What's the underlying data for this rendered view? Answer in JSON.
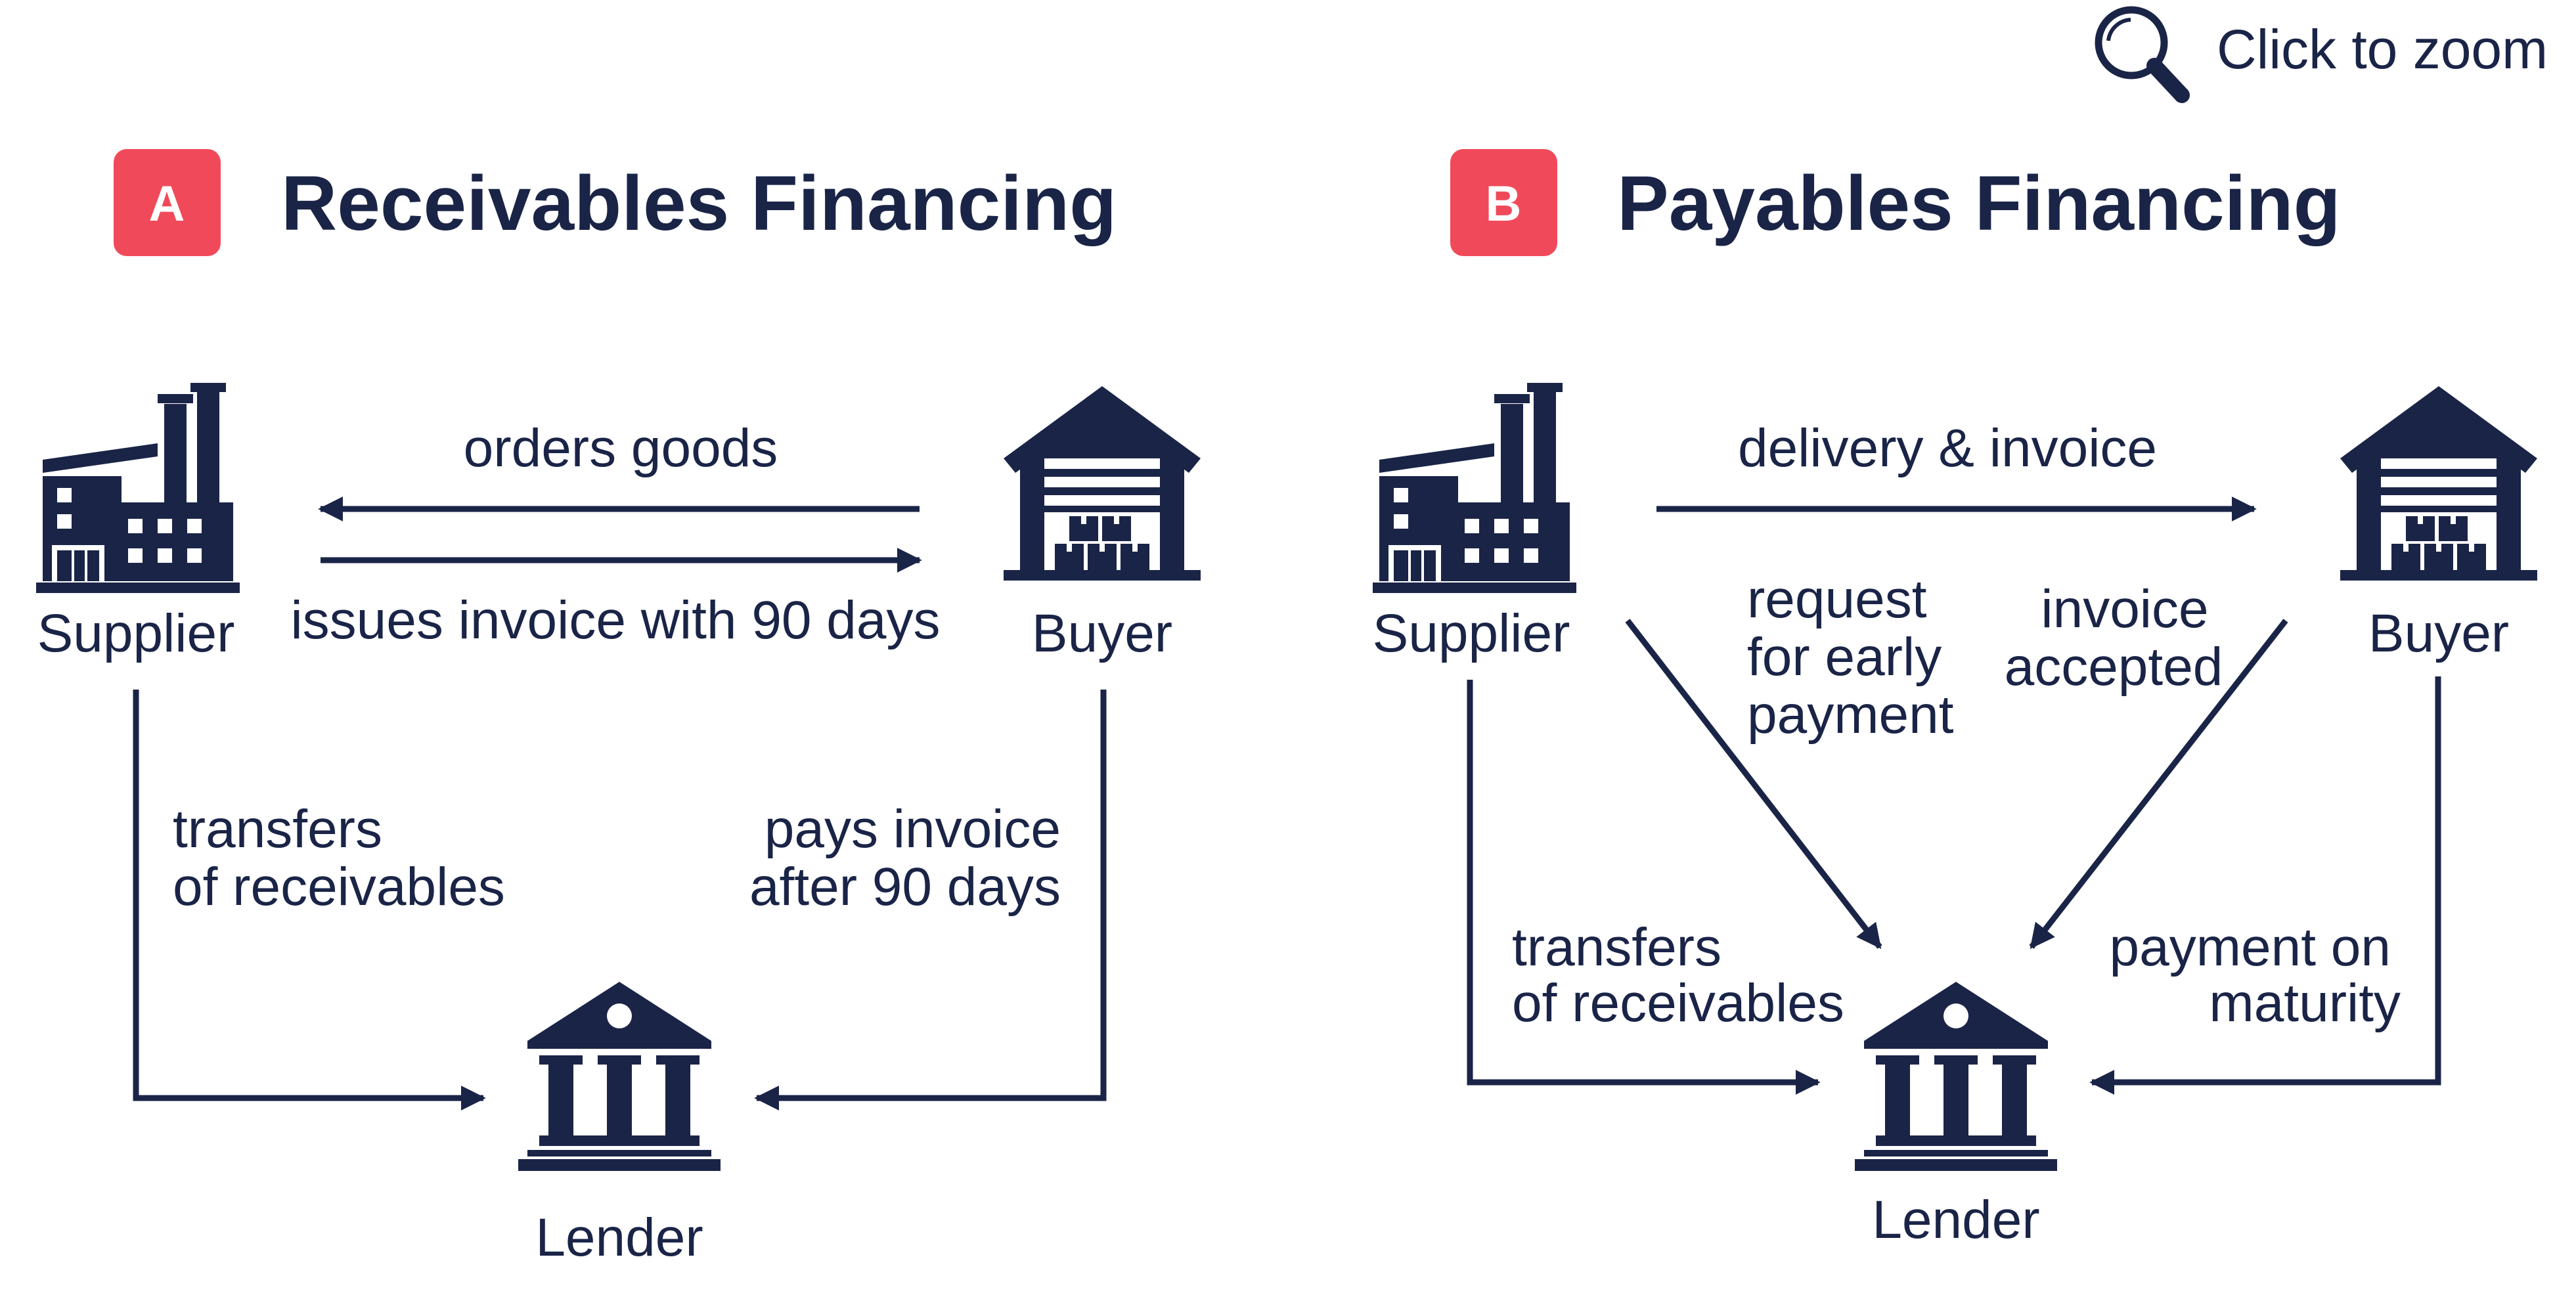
{
  "zoom": {
    "label": "Click to zoom",
    "icon": "magnifier-icon"
  },
  "colors": {
    "accent": "#f04a5a",
    "ink": "#1a2447",
    "background": "#ffffff"
  },
  "panel_a": {
    "badge": "A",
    "title": "Receivables Financing",
    "nodes": {
      "supplier": "Supplier",
      "buyer": "Buyer",
      "lender": "Lender"
    },
    "edges": {
      "orders_goods": "orders goods",
      "issues_invoice": "issues invoice with 90 days",
      "transfers_line1": "transfers",
      "transfers_line2": "of receivables",
      "pays_line1": "pays invoice",
      "pays_line2": "after 90 days"
    }
  },
  "panel_b": {
    "badge": "B",
    "title": "Payables Financing",
    "nodes": {
      "supplier": "Supplier",
      "buyer": "Buyer",
      "lender": "Lender"
    },
    "edges": {
      "delivery_invoice": "delivery & invoice",
      "request_line1": "request",
      "request_line2": "for early",
      "request_line3": "payment",
      "accepted_line1": "invoice",
      "accepted_line2": "accepted",
      "transfers_line1": "transfers",
      "transfers_line2": "of receivables",
      "maturity_line1": "payment on",
      "maturity_line2": "maturity"
    }
  }
}
